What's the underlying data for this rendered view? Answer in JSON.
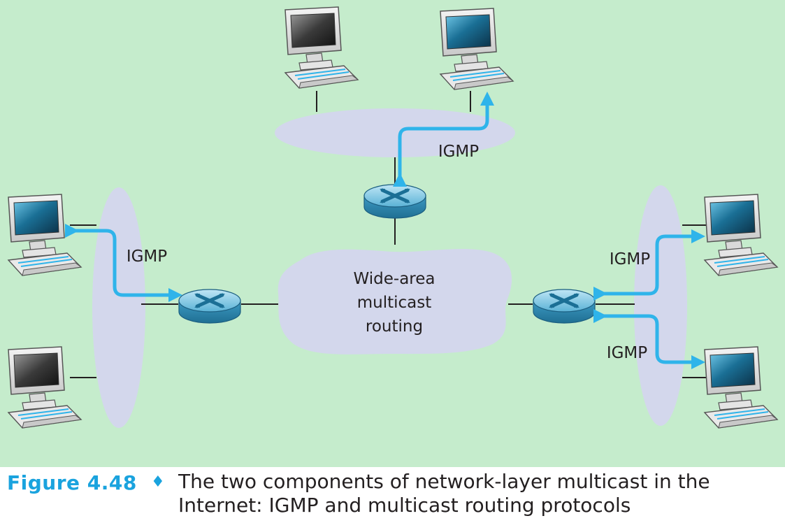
{
  "figure": {
    "background_color": "#c5eccc",
    "arrow_color": "#2fb4ea",
    "cloud_label_lines": [
      "Wide-area",
      "multicast",
      "routing"
    ],
    "igmp_labels": {
      "top": "IGMP",
      "left": "IGMP",
      "right_upper": "IGMP",
      "right_lower": "IGMP"
    },
    "nodes": {
      "hosts": [
        "host-top-left",
        "host-top-right",
        "host-left-upper",
        "host-left-lower",
        "host-right-upper",
        "host-right-lower"
      ],
      "routers": [
        "router-top",
        "router-left",
        "router-right"
      ]
    }
  },
  "caption": {
    "number": "Figure 4.48",
    "separator_icon": "diamond-icon",
    "line1": "The two components of network-layer multicast in the",
    "line2": "Internet: IGMP and multicast routing protocols"
  }
}
